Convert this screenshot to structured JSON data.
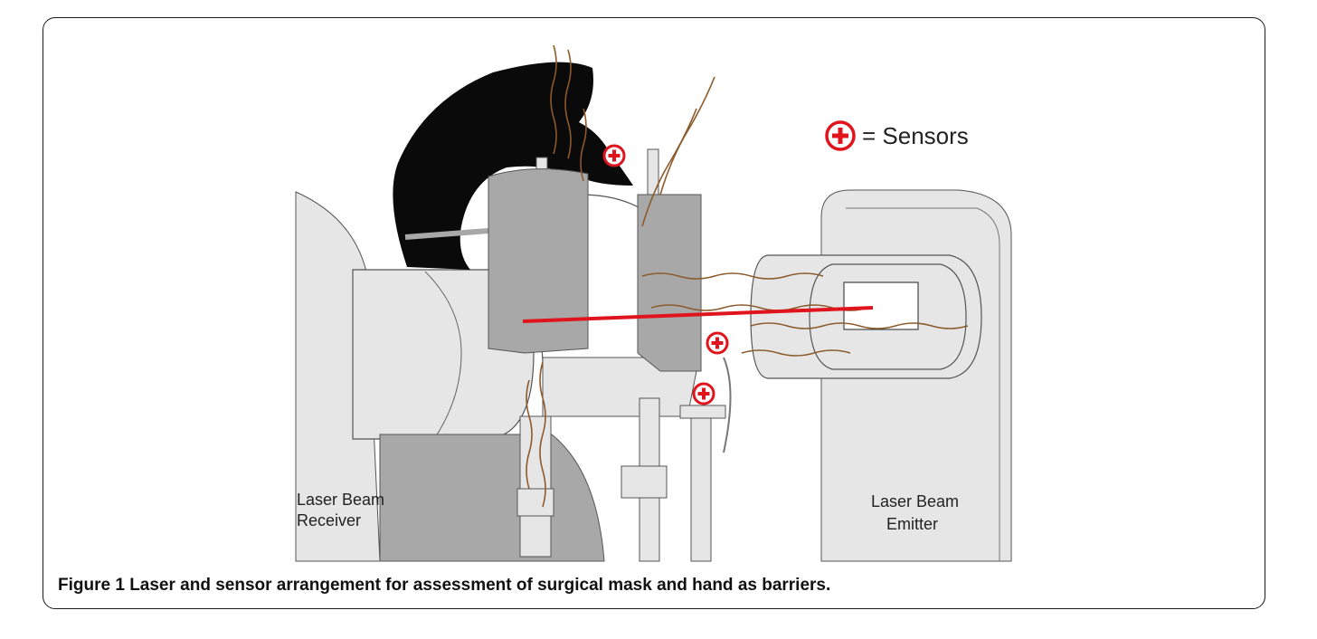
{
  "legend": {
    "symbol": "sensor-icon",
    "text": "= Sensors",
    "color": "#e0141c"
  },
  "labels": {
    "receiver_line1": "Laser Beam",
    "receiver_line2": "Receiver",
    "emitter_line1": "Laser Beam",
    "emitter_line2": "Emitter"
  },
  "caption": {
    "label": "Figure 1",
    "text": "Laser and sensor arrangement for assessment of surgical mask and hand as barriers."
  },
  "colors": {
    "laser": "#e0141c",
    "equipment_light": "#e6e6e6",
    "equipment_mid": "#a8a8a8",
    "equipment_dark": "#8c8c8c",
    "hand": "#0a0a0a",
    "airflow": "#8b5a2b"
  }
}
